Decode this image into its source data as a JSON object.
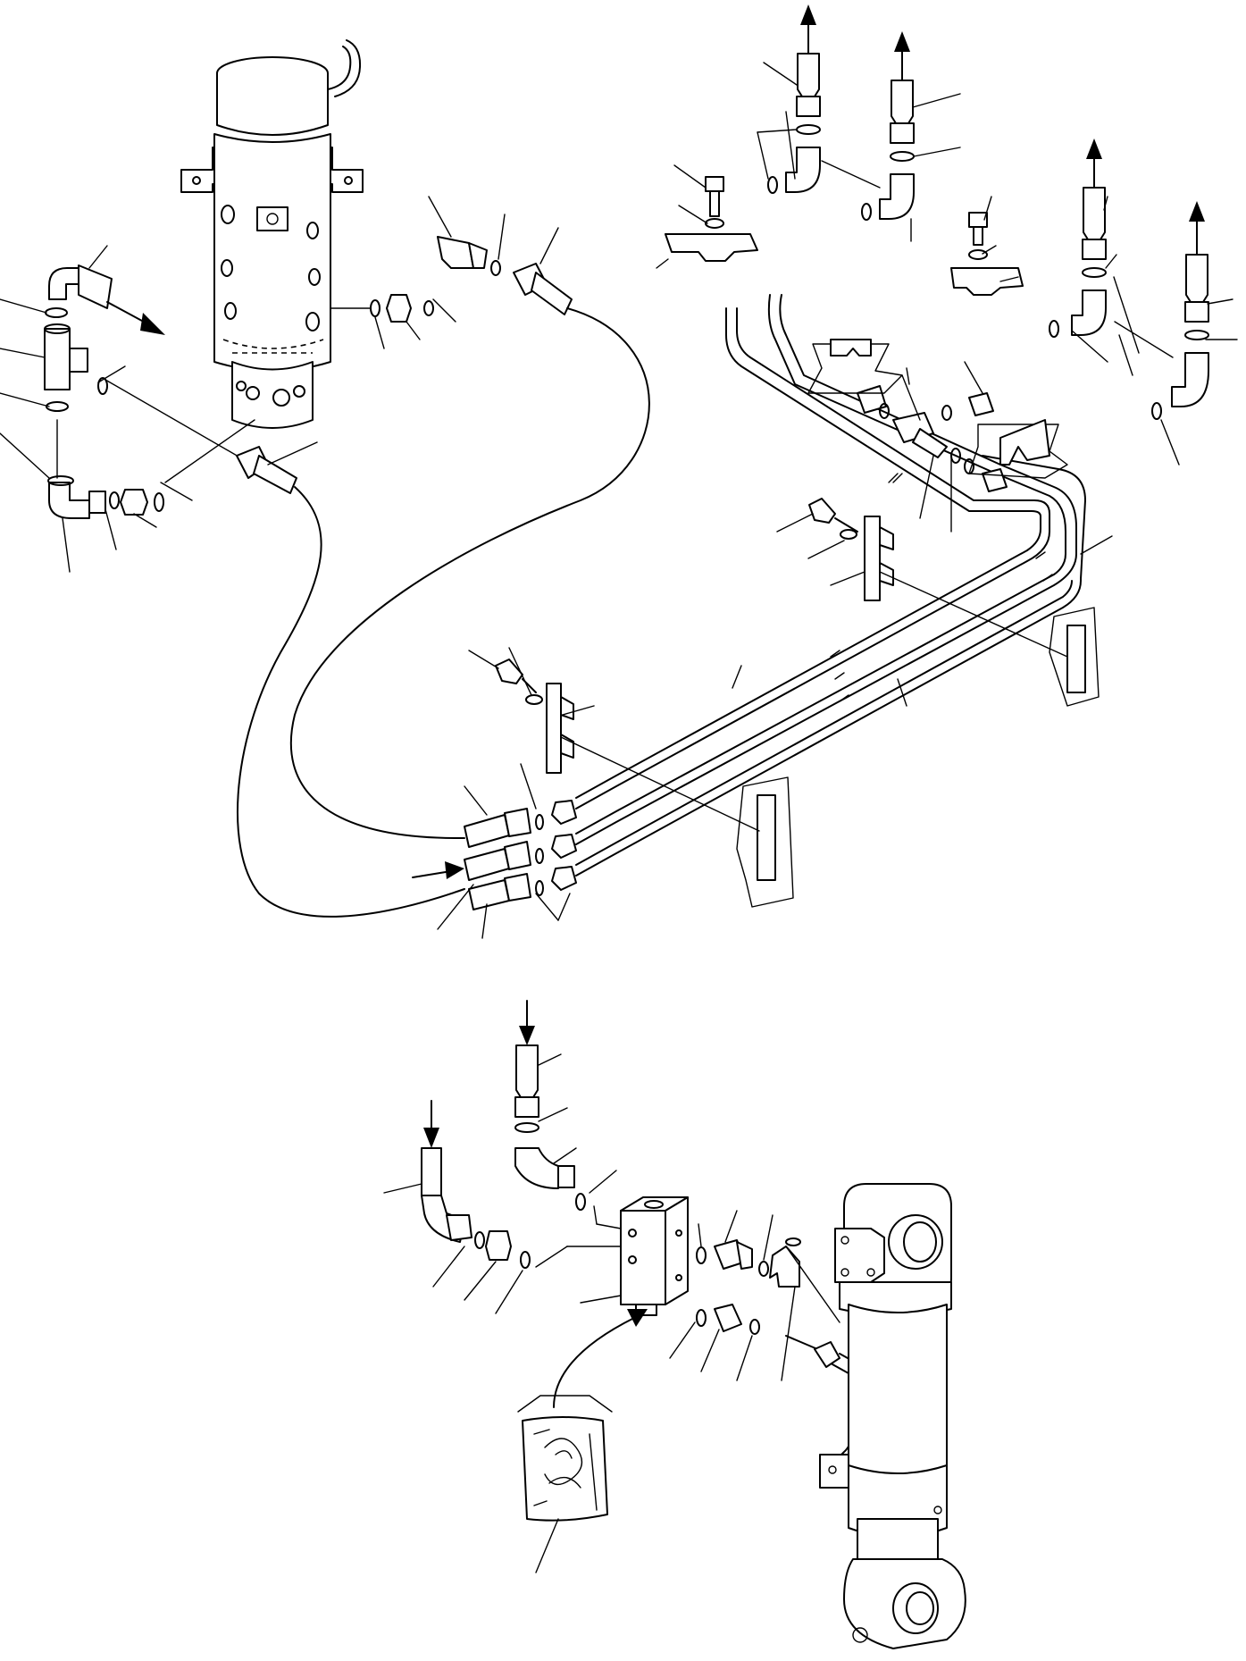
{
  "diagram": {
    "kind": "hydraulic piping exploded parts diagram",
    "line_color": "#000000",
    "background_color": "#ffffff",
    "components": [
      "swivel-joint",
      "hydraulic-cylinder",
      "valve-block",
      "parts-bag",
      "steel-pipe-bundle",
      "hose",
      "elbow-fitting",
      "tee-fitting",
      "adapter-fitting",
      "o-ring",
      "pipe-clamp",
      "bolt",
      "washer"
    ]
  }
}
